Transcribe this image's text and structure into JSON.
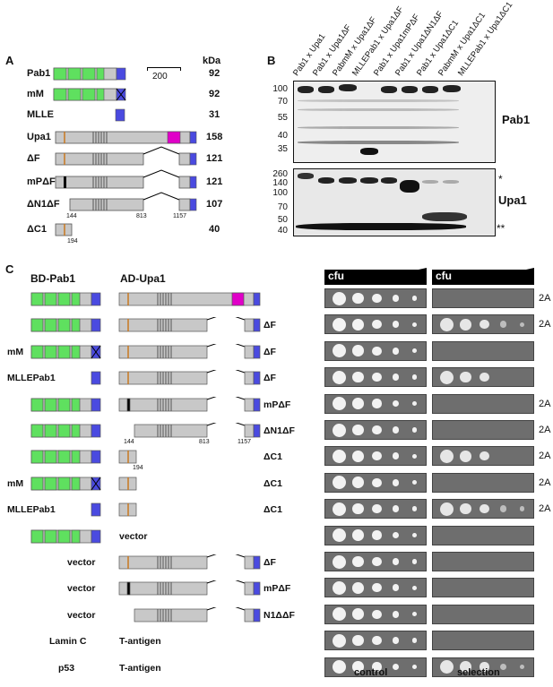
{
  "panel_a": {
    "letter": "A",
    "kda_header": "kDa",
    "scale_label": "200",
    "rows": [
      {
        "name": "Pab1",
        "kda": "92"
      },
      {
        "name": "mM",
        "kda": "92"
      },
      {
        "name": "MLLE",
        "kda": "31"
      },
      {
        "name": "Upa1",
        "kda": "158"
      },
      {
        "name": "ΔF",
        "kda": "121"
      },
      {
        "name": "mPΔF",
        "kda": "121"
      },
      {
        "name": "ΔN1ΔF",
        "kda": "107"
      },
      {
        "name": "ΔC1",
        "kda": "40"
      }
    ],
    "pos_144": "144",
    "pos_813": "813",
    "pos_1157": "1157",
    "pos_194": "194"
  },
  "panel_b": {
    "letter": "B",
    "lanes": [
      "Pab1 x Upa1",
      "Pab1 x Upa1ΔF",
      "PabmM x Upa1ΔF",
      "MLLEPab1 x Upa1ΔF",
      "Pab1 x Upa1mPΔF",
      "Pab1 x Upa1ΔN1ΔF",
      "Pab1 x Upa1ΔC1",
      "PabmM x Upa1ΔC1",
      "MLLEPab1 x Upa1ΔC1"
    ],
    "top_blot_label": "Pab1",
    "bottom_blot_label": "Upa1",
    "top_markers": [
      "100",
      "70",
      "55",
      "40",
      "35"
    ],
    "bottom_markers": [
      "260",
      "140",
      "100",
      "70",
      "50",
      "40"
    ],
    "star_single": "*",
    "star_double": "**"
  },
  "panel_c": {
    "letter": "C",
    "bd_header": "BD-Pab1",
    "ad_header": "AD-Upa1",
    "cfu_label": "cfu",
    "control_label": "control",
    "selection_label": "selection",
    "pos_144": "144",
    "pos_813": "813",
    "pos_1157": "1157",
    "pos_194": "194",
    "rows": [
      {
        "bd": "",
        "ad_label": "",
        "tag": "2A"
      },
      {
        "bd": "",
        "ad_label": "ΔF",
        "tag": "2A"
      },
      {
        "bd": "mM",
        "ad_label": "ΔF",
        "tag": ""
      },
      {
        "bd": "MLLEPab1",
        "ad_label": "ΔF",
        "tag": ""
      },
      {
        "bd": "",
        "ad_label": "mPΔF",
        "tag": "2A"
      },
      {
        "bd": "",
        "ad_label": "ΔN1ΔF",
        "tag": "2A"
      },
      {
        "bd": "",
        "ad_label": "ΔC1",
        "tag": "2A"
      },
      {
        "bd": "mM",
        "ad_label": "ΔC1",
        "tag": "2A"
      },
      {
        "bd": "MLLEPab1",
        "ad_label": "ΔC1",
        "tag": "2A"
      },
      {
        "bd": "",
        "ad_label": "vector",
        "tag": ""
      },
      {
        "bd": "vector",
        "ad_label": "ΔF",
        "tag": ""
      },
      {
        "bd": "vector",
        "ad_label": "mPΔF",
        "tag": ""
      },
      {
        "bd": "vector",
        "ad_label": "N1ΔΔF",
        "tag": ""
      },
      {
        "bd": "Lamin C",
        "ad_label": "T-antigen",
        "tag": ""
      },
      {
        "bd": "p53",
        "ad_label": "T-antigen",
        "tag": ""
      }
    ]
  },
  "colors": {
    "green_rrm": "#5fe05f",
    "blue_mlle": "#4a4ae0",
    "magenta_domain": "#e000c8",
    "orange_line": "#c87820",
    "gray_body": "#c8c8c8"
  }
}
